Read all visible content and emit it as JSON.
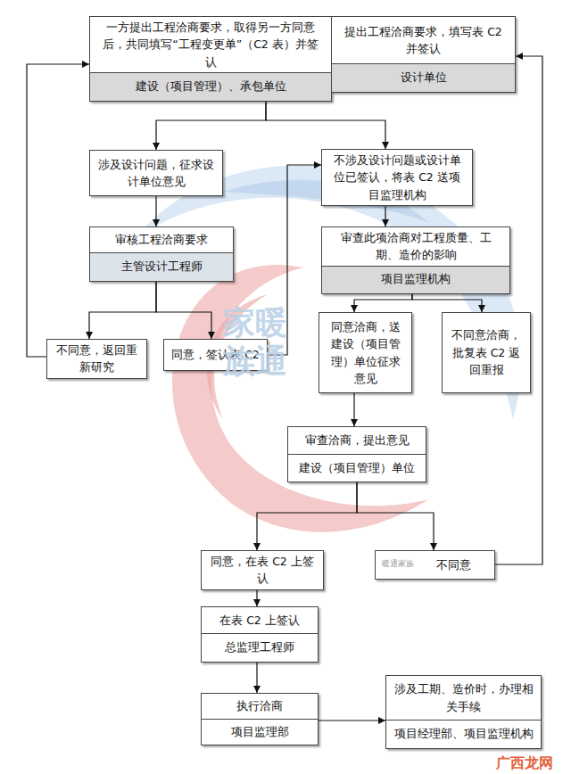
{
  "diagram": {
    "nodes": [
      {
        "text": [
          "一方提出工程洽商要求，取得另一方同意后，共同填写“工程变更单”（C2 表）并签认",
          "建设（项目管理）、承包单位"
        ]
      },
      {
        "text": [
          "提出工程洽商要求，填写表 C2 并签认",
          "设计单位"
        ]
      },
      {
        "text": [
          "涉及设计问题，征求设计单位意见"
        ]
      },
      {
        "text": [
          "不涉及设计问题或设计单位已签认，将表 C2 送项目监理机构"
        ]
      },
      {
        "text": [
          "审核工程洽商要求",
          "主管设计工程师"
        ]
      },
      {
        "text": [
          "审查此项洽商对工程质量、工期、造价的影响",
          "项目监理机构"
        ]
      },
      {
        "text": [
          "不同意，返回重新研究"
        ]
      },
      {
        "text": [
          "同意，签认表 C2"
        ]
      },
      {
        "text": [
          "同意洽商，送建设（项目管理）单位征求意见"
        ]
      },
      {
        "text": [
          "不同意洽商，批复表 C2 返回重报"
        ]
      },
      {
        "text": [
          "审查洽商，提出意见",
          "建设（项目管理）单位"
        ]
      },
      {
        "text": [
          "同意，在表 C2 上签认"
        ]
      },
      {
        "text": [
          "不同意"
        ]
      },
      {
        "text": [
          "在表 C2 上签认",
          "总监理工程师"
        ]
      },
      {
        "text": [
          "执行洽商",
          "项目监理部"
        ]
      },
      {
        "text": [
          "涉及工期、造价时，办理相关手续",
          "项目经理部、项目监理机构"
        ]
      }
    ],
    "edges": [
      {
        "from": 0,
        "to": 2,
        "arrow": "to"
      },
      {
        "from": 0,
        "to": 3,
        "arrow": "to"
      },
      {
        "from": 2,
        "to": 4,
        "arrow": "to"
      },
      {
        "from": 4,
        "to": 6,
        "arrow": "to"
      },
      {
        "from": 4,
        "to": 7,
        "arrow": "to"
      },
      {
        "from": 6,
        "to": 0,
        "arrow": "to"
      },
      {
        "from": 7,
        "to": 3,
        "arrow": "to"
      },
      {
        "from": 3,
        "to": 5,
        "arrow": "to"
      },
      {
        "from": 5,
        "to": 8,
        "arrow": "to"
      },
      {
        "from": 5,
        "to": 9,
        "arrow": "to"
      },
      {
        "from": 8,
        "to": 10,
        "arrow": "to"
      },
      {
        "from": 10,
        "to": 11,
        "arrow": "to"
      },
      {
        "from": 10,
        "to": 12,
        "arrow": "to"
      },
      {
        "from": 12,
        "to": 1,
        "arrow": "to"
      },
      {
        "from": 11,
        "to": 13,
        "arrow": "to"
      },
      {
        "from": 13,
        "to": 14,
        "arrow": "to"
      },
      {
        "from": 14,
        "to": 15,
        "arrow": "to"
      }
    ],
    "labels": [
      "家暖族通",
      "暖通家族",
      "广西龙网"
    ]
  }
}
